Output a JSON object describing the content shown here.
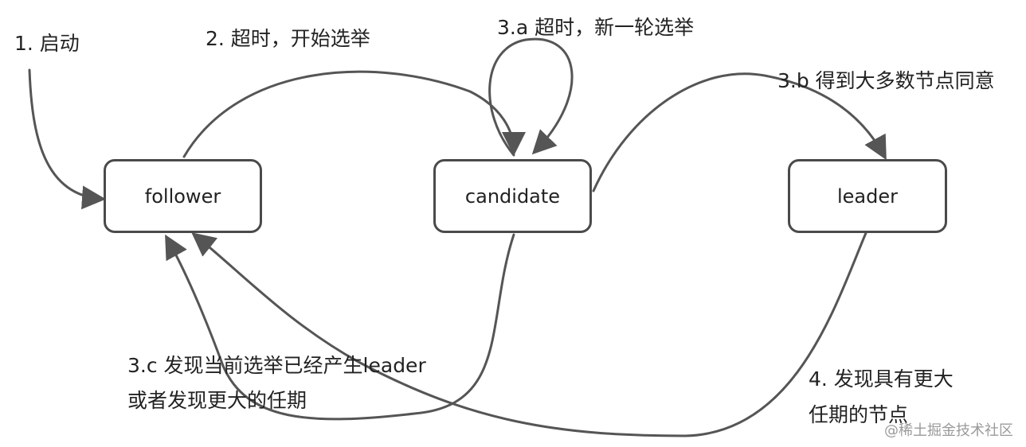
{
  "states": {
    "follower": "follower",
    "candidate": "candidate",
    "leader": "leader"
  },
  "transitions": {
    "start": "1. 启动",
    "timeout_start_election": "2. 超时，开始选举",
    "timeout_new_election": "3.a 超时，新一轮选举",
    "majority_votes": "3.b 得到大多数节点同意",
    "found_leader_line1": "3.c 发现当前选举已经产生leader",
    "found_leader_line2": "或者发现更大的任期",
    "higher_term_line1": "4. 发现具有更大",
    "higher_term_line2": "任期的节点"
  },
  "watermark": "@稀土掘金技术社区",
  "colors": {
    "stroke": "#555555",
    "box_border": "#4a4a4a",
    "text": "#222222",
    "watermark": "#9a9a9a"
  }
}
